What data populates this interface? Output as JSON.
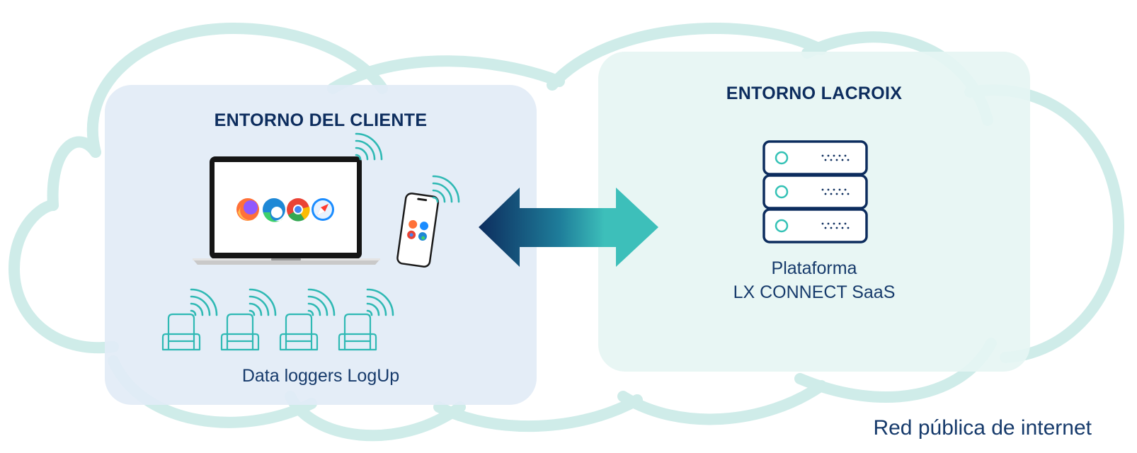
{
  "client_env": {
    "title": "ENTORNO DEL CLIENTE",
    "loggers_label": "Data loggers LogUp"
  },
  "lacroix_env": {
    "title": "ENTORNO LACROIX",
    "platform_line1": "Plataforma",
    "platform_line2": "LX CONNECT SaaS"
  },
  "network_label": "Red pública de internet",
  "icons": {
    "browsers": [
      "firefox-icon",
      "edge-icon",
      "chrome-icon",
      "safari-icon"
    ],
    "server": "server-rack-icon",
    "arrow": "bidirectional-arrow-icon",
    "wifi": "wifi-signal-icon"
  },
  "colors": {
    "cloud_outline": "#cfece9",
    "client_panel": "#e2ecf6",
    "lacroix_panel": "#e6f5f3",
    "navy": "#0d2d5e",
    "teal": "#3dbfba",
    "server_dot": "#35c2b6"
  }
}
